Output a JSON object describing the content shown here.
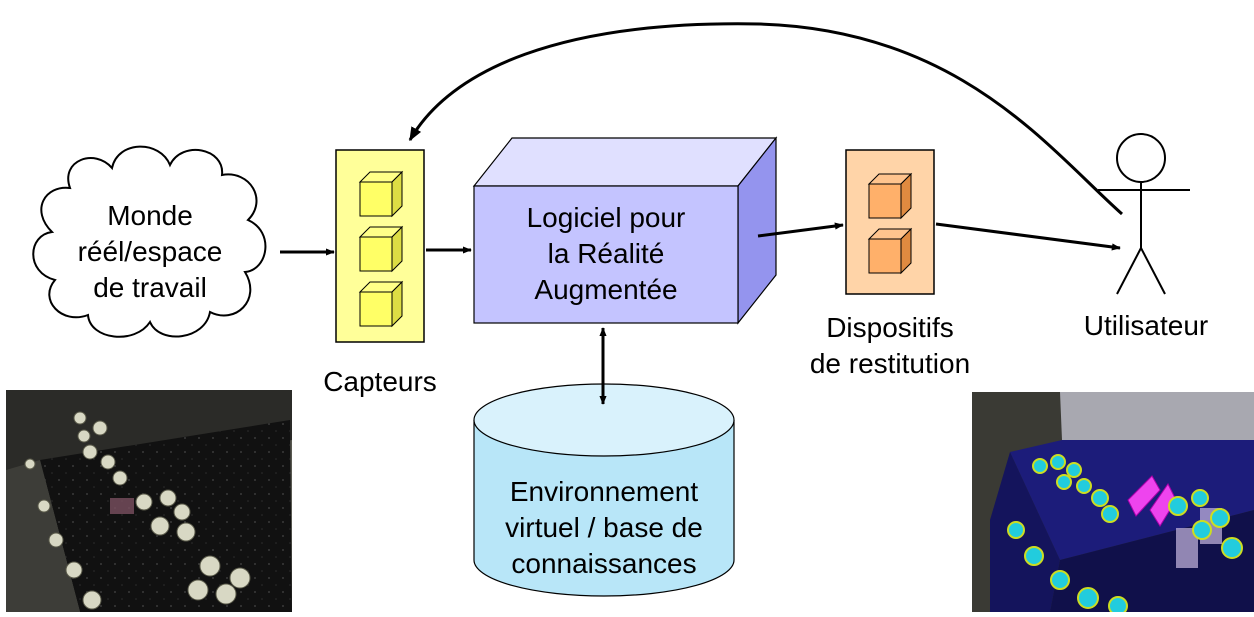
{
  "nodes": {
    "monde": {
      "lines": [
        "Monde",
        "réél/espace",
        "de travail"
      ]
    },
    "capteurs": {
      "label": "Capteurs"
    },
    "logiciel": {
      "lines": [
        "Logiciel pour",
        "la Réalité",
        "Augmentée"
      ]
    },
    "dispositifs": {
      "lines": [
        "Dispositifs",
        "de restitution"
      ]
    },
    "utilisateur": {
      "label": "Utilisateur"
    },
    "environnement": {
      "lines": [
        "Environnement",
        "virtuel / base de",
        "connaissances"
      ]
    }
  },
  "colors": {
    "capteurs_fill": "#ffff99",
    "capteurs_cube": "#ffff66",
    "logiciel_front": "#c4c4ff",
    "logiciel_top": "#e0e0ff",
    "logiciel_side": "#9494ee",
    "dispositifs_fill": "#ffd4a8",
    "dispositifs_cube": "#ffb06a",
    "cylinder_fill": "#b8e6f8",
    "cylinder_top": "#d9f2fc"
  },
  "images": {
    "left_photo": "real-workspace-photo",
    "right_photo": "augmented-workspace-render"
  }
}
